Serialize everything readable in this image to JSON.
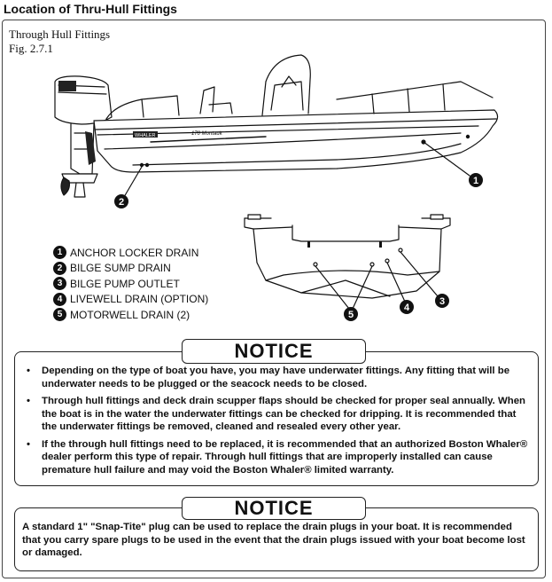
{
  "page": {
    "title": "Location of Thru-Hull Fittings"
  },
  "figure": {
    "caption_line1": "Through Hull Fittings",
    "caption_line2": "Fig. 2.7.1",
    "boat_model_text": "170 Montauk",
    "brand_text": "WHALER",
    "callouts": [
      "1",
      "2",
      "3",
      "4",
      "5"
    ]
  },
  "legend": {
    "items": [
      {
        "num": "1",
        "label": "ANCHOR LOCKER DRAIN"
      },
      {
        "num": "2",
        "label": "BILGE SUMP DRAIN"
      },
      {
        "num": "3",
        "label": "BILGE PUMP OUTLET"
      },
      {
        "num": "4",
        "label": "LIVEWELL DRAIN (OPTION)"
      },
      {
        "num": "5",
        "label": "MOTORWELL DRAIN (2)"
      }
    ]
  },
  "notice1": {
    "heading": "NOTICE",
    "bullet": "•",
    "items": [
      "Depending on the type of boat you have, you may have underwater fittings. Any fitting that will be underwater needs to be plugged or the seacock needs to be closed.",
      "Through hull fittings and deck drain scupper flaps should be checked for proper seal annually. When the boat is in the water the underwater fittings can be checked for dripping. It is recommended that the underwater fittings be removed, cleaned and resealed every other year.",
      "If the through hull fittings need to be replaced, it is recommended that an authorized Boston Whaler® dealer perform this type of repair. Through hull fittings that are improperly installed can cause premature hull failure and may void the Boston Whaler® limited warranty."
    ]
  },
  "notice2": {
    "heading": "NOTICE",
    "text": "A standard 1\" \"Snap-Tite\" plug can be used to replace the drain plugs in your boat. It is recommended that you carry spare plugs to be used in the event that the drain plugs issued with your boat become lost or damaged."
  }
}
